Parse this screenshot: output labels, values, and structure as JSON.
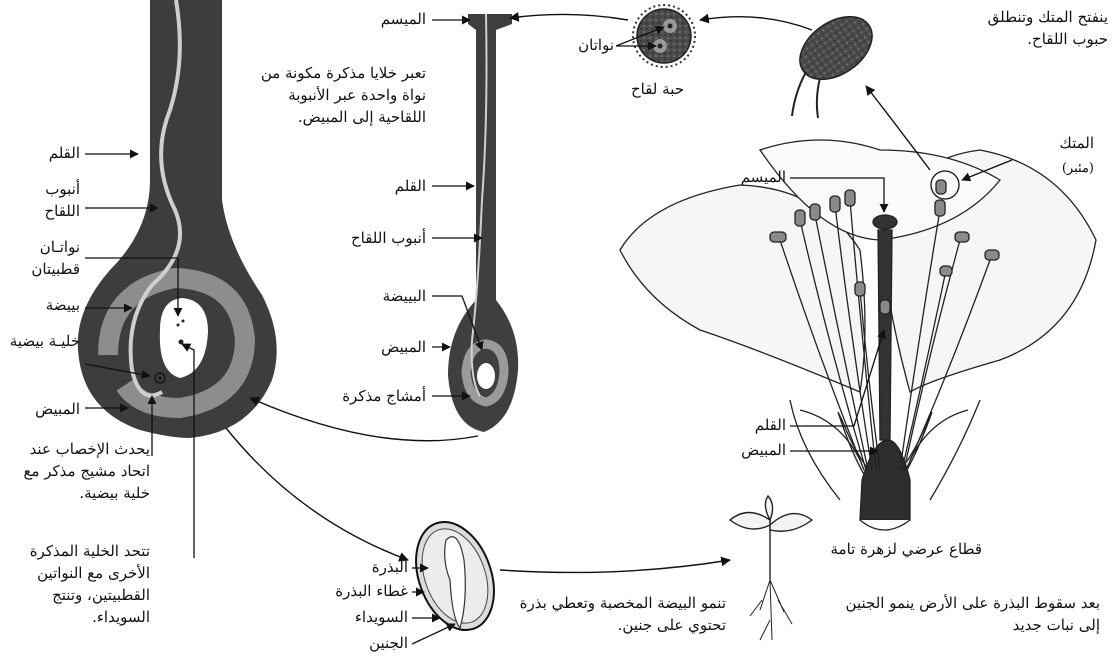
{
  "colors": {
    "tissue_dark": "#3d3d3d",
    "tissue_mid": "#6a6a6a",
    "tissue_light": "#9a9a9a",
    "line": "#111111",
    "background": "#ffffff"
  },
  "pistil_large": {
    "style": "القلم",
    "pollen_tube": "أنبوب اللقاح",
    "polar_nuclei": "نواتـان قطبيتان",
    "ovule": "بييضة",
    "egg_cell": "خليـة بيضية",
    "ovary": "المبيض",
    "fertilization_note": "يحدث الإخصاب عند اتحاد مشيج مذكر مع خلية بيضية.",
    "endosperm_note": "تتحد الخلية المذكرة الأخرى مع النواتين القطبيتين، وتنتج السويداء."
  },
  "pistil_tall": {
    "stigma": "الميسم",
    "note": "تعبر خلايا مذكرة مكونة من نواة واحدة عبر الأنبوبة اللقاحية إلى المبيض.",
    "style": "القلم",
    "pollen_tube": "أنبوب اللقاح",
    "ovule": "البييضة",
    "ovary": "المبيض",
    "sperm": "أمشاج مذكرة"
  },
  "pollen": {
    "nuclei": "نواتان",
    "grain": "حبة لقاح"
  },
  "anther_top": {
    "note": "ينفتح المتك وتنطلق حبوب اللقاح."
  },
  "flower": {
    "anther": "المتك",
    "anther_alt": "(مئبر)",
    "stigma": "الميسم",
    "style": "القلم",
    "ovary": "المبيض",
    "caption": "قطاع عرضي لزهرة تامة"
  },
  "seed": {
    "seed": "البذرة",
    "seed_coat": "غطاء البذرة",
    "endosperm": "السويداء",
    "embryo": "الجنين",
    "note": "تنمو البيضة المخصبة وتعطي بذرة تحتوي على جنين."
  },
  "seedling": {
    "note": "بعد سقوط البذرة على الأرض ينمو الجنين إلى نبات جديد"
  }
}
